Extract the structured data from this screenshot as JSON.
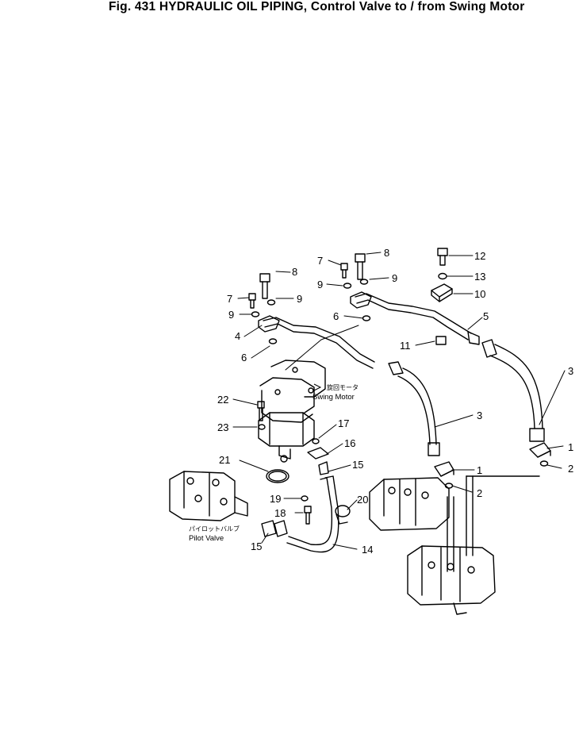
{
  "title": "Fig. 431  HYDRAULIC OIL PIPING, Control Valve to / from Swing Motor",
  "callouts": [
    {
      "n": "1"
    },
    {
      "n": "1"
    },
    {
      "n": "2"
    },
    {
      "n": "2"
    },
    {
      "n": "3"
    },
    {
      "n": "3"
    },
    {
      "n": "4"
    },
    {
      "n": "5"
    },
    {
      "n": "6"
    },
    {
      "n": "6"
    },
    {
      "n": "7"
    },
    {
      "n": "7"
    },
    {
      "n": "8"
    },
    {
      "n": "8"
    },
    {
      "n": "9"
    },
    {
      "n": "9"
    },
    {
      "n": "9"
    },
    {
      "n": "9"
    },
    {
      "n": "10"
    },
    {
      "n": "11"
    },
    {
      "n": "12"
    },
    {
      "n": "13"
    },
    {
      "n": "14"
    },
    {
      "n": "15"
    },
    {
      "n": "15"
    },
    {
      "n": "16"
    },
    {
      "n": "17"
    },
    {
      "n": "18"
    },
    {
      "n": "19"
    },
    {
      "n": "20"
    },
    {
      "n": "21"
    },
    {
      "n": "22"
    },
    {
      "n": "23"
    }
  ],
  "captions": {
    "swing_motor_jp": "旋回モータ",
    "swing_motor_en": "Swing Motor",
    "pilot_valve_jp": "パイロットバルブ",
    "pilot_valve_en": "Pilot Valve"
  }
}
